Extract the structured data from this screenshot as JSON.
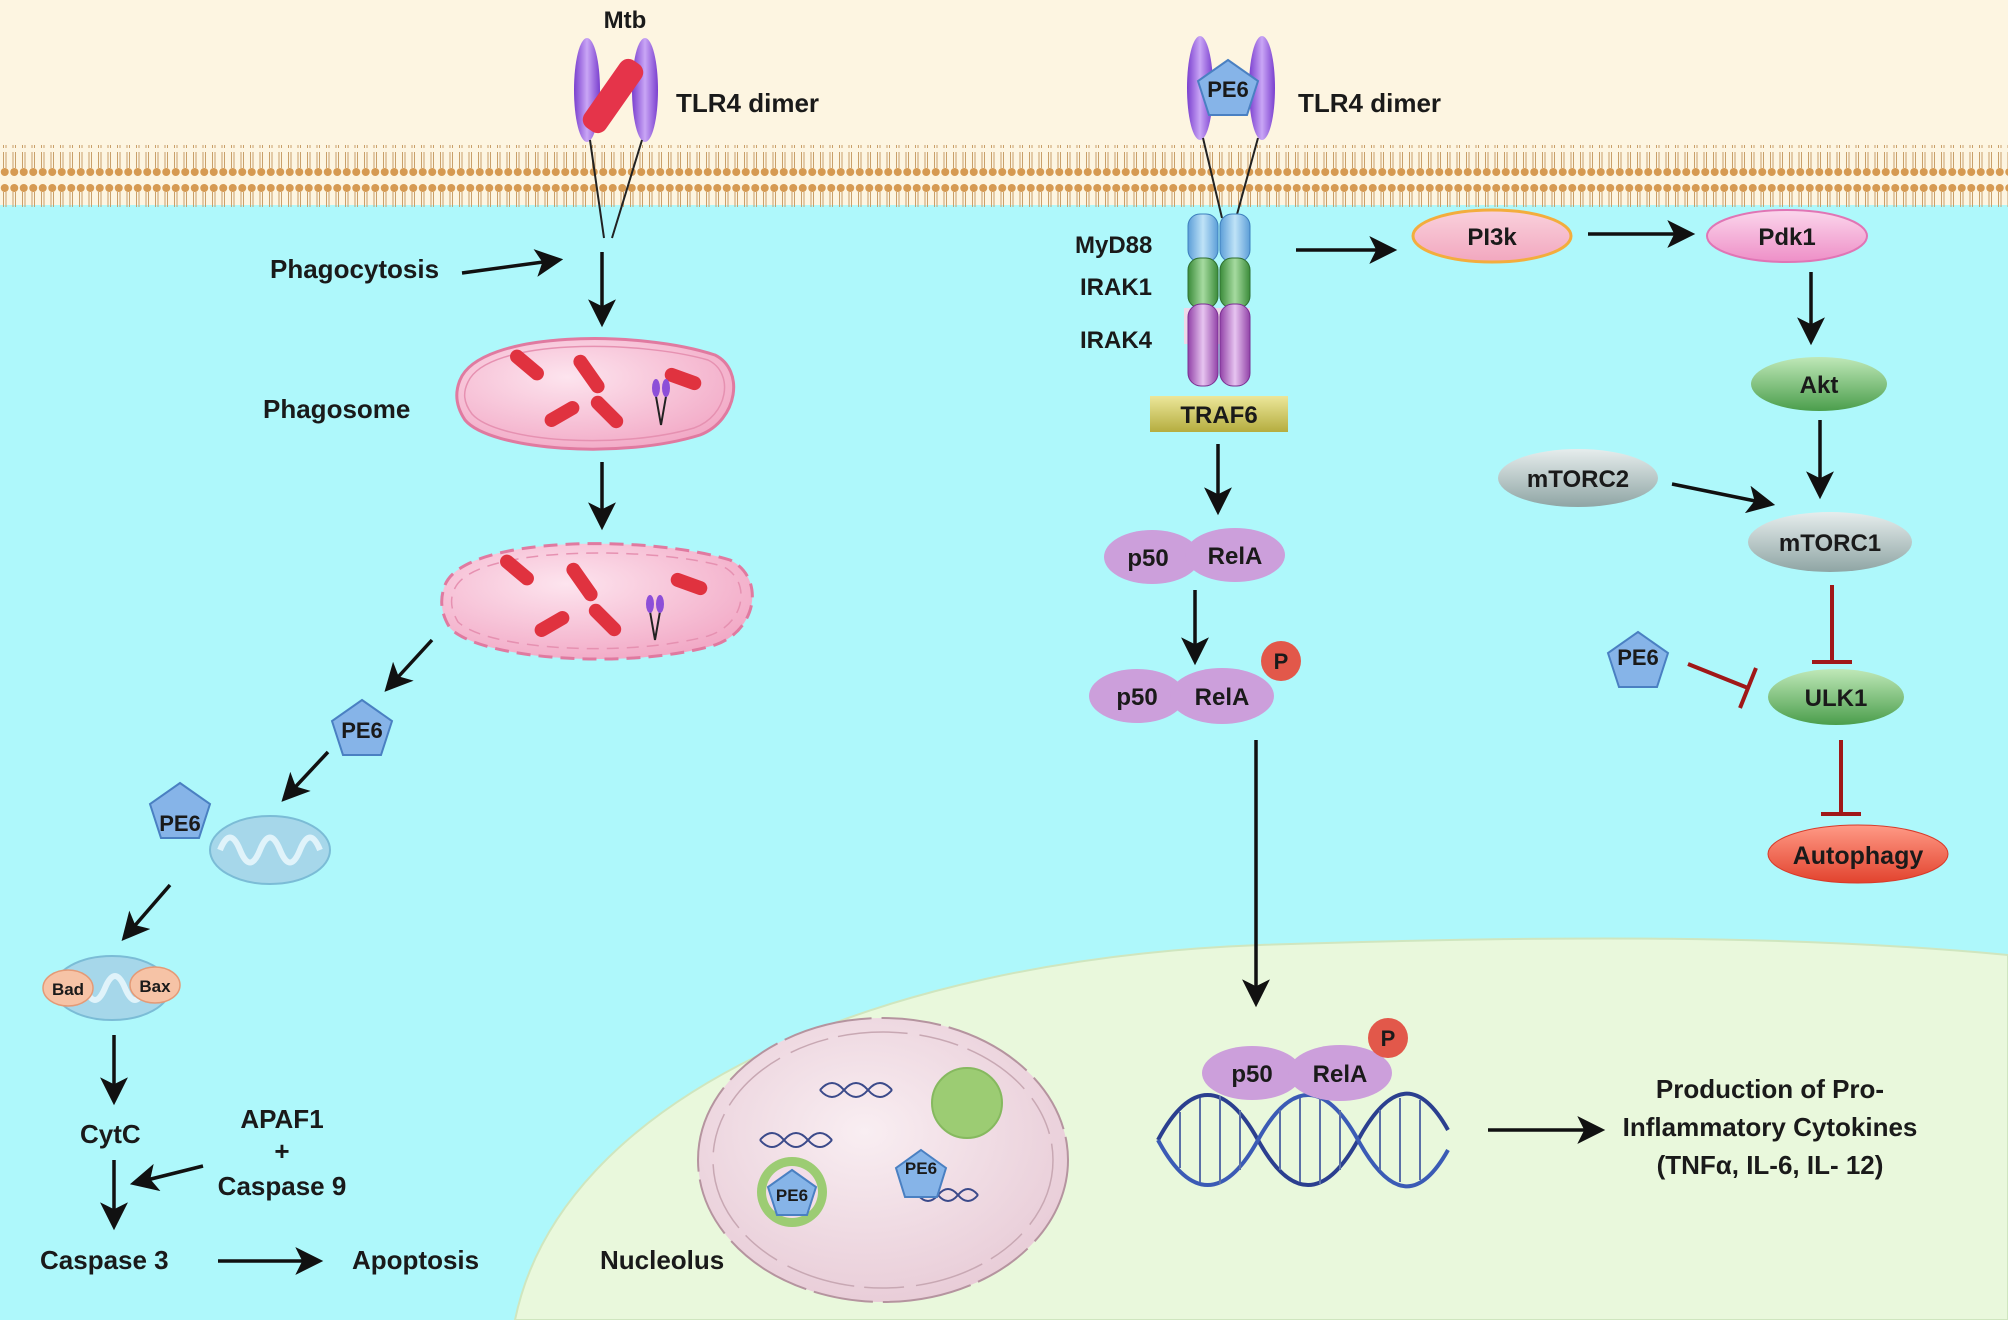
{
  "labels": {
    "mtb": "Mtb",
    "tlr4_left": "TLR4 dimer",
    "tlr4_right": "TLR4 dimer",
    "phagocytosis": "Phagocytosis",
    "phagosome": "Phagosome",
    "bad": "Bad",
    "bax": "Bax",
    "cytc": "CytC",
    "apaf1": "APAF1",
    "plus": "+",
    "caspase9": "Caspase 9",
    "caspase3": "Caspase 3",
    "apoptosis": "Apoptosis",
    "nucleolus": "Nucleolus",
    "myd88": "MyD88",
    "irak1": "IRAK1",
    "irak4": "IRAK4",
    "traf6": "TRAF6",
    "pi3k": "PI3k",
    "pdk1": "Pdk1",
    "akt": "Akt",
    "mtorc2": "mTORC2",
    "mtorc1": "mTORC1",
    "ulk1": "ULK1",
    "autophagy": "Autophagy",
    "p50": "p50",
    "rela": "RelA",
    "p": "P",
    "pe6": "PE6",
    "cytokines_line1": "Production of Pro-",
    "cytokines_line2": "Inflammatory Cytokines",
    "cytokines_line3": "(TNFα, IL-6, IL- 12)"
  },
  "colors": {
    "extracellular": "#fdf5e1",
    "cytoplasm": "#aef8fb",
    "nucleus": "#e9f8dc",
    "inhibition": "#a01818",
    "pe6": "#86b4e8",
    "nfkb": "#cc9fdb",
    "phospho": "#e2584a"
  }
}
